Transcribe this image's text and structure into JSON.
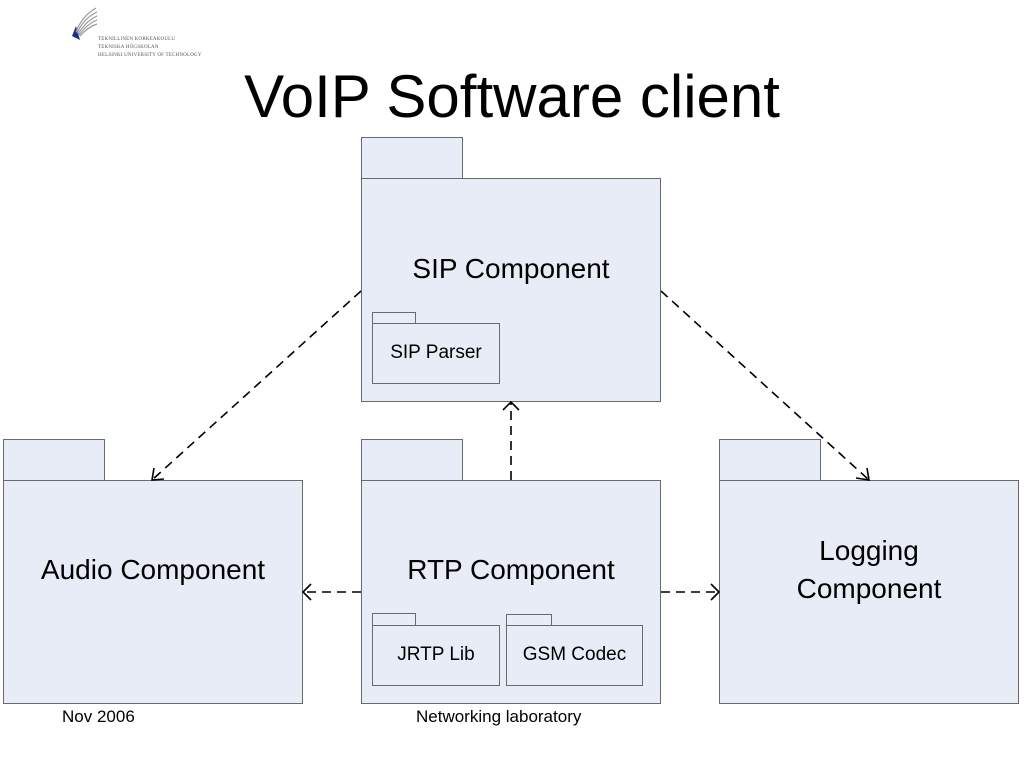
{
  "header": {
    "logo_lines": [
      "TEKNILLINEN KORKEAKOULU",
      "TEKNISKA HÖGSKOLAN",
      "HELSINKI UNIVERSITY OF TECHNOLOGY"
    ],
    "title": "VoIP Software client"
  },
  "diagram": {
    "packages": {
      "sip": {
        "label": "SIP Component",
        "subpackages": {
          "parser": "SIP Parser"
        }
      },
      "audio": {
        "label": "Audio Component"
      },
      "rtp": {
        "label": "RTP Component",
        "subpackages": {
          "jrtp": "JRTP Lib",
          "gsm": "GSM Codec"
        }
      },
      "logging": {
        "label_line1": "Logging",
        "label_line2": "Component"
      }
    },
    "dependencies": [
      {
        "from": "SIP Component",
        "to": "Audio Component"
      },
      {
        "from": "SIP Component",
        "to": "Logging Component"
      },
      {
        "from": "RTP Component",
        "to": "SIP Component"
      },
      {
        "from": "RTP Component",
        "to": "Audio Component"
      },
      {
        "from": "RTP Component",
        "to": "Logging Component"
      }
    ],
    "colors": {
      "package_fill": "#e8ecf6",
      "package_border": "#6a6a6a",
      "arrow": "#000000"
    }
  },
  "footer": {
    "date": "Nov 2006",
    "center": "Networking laboratory"
  }
}
